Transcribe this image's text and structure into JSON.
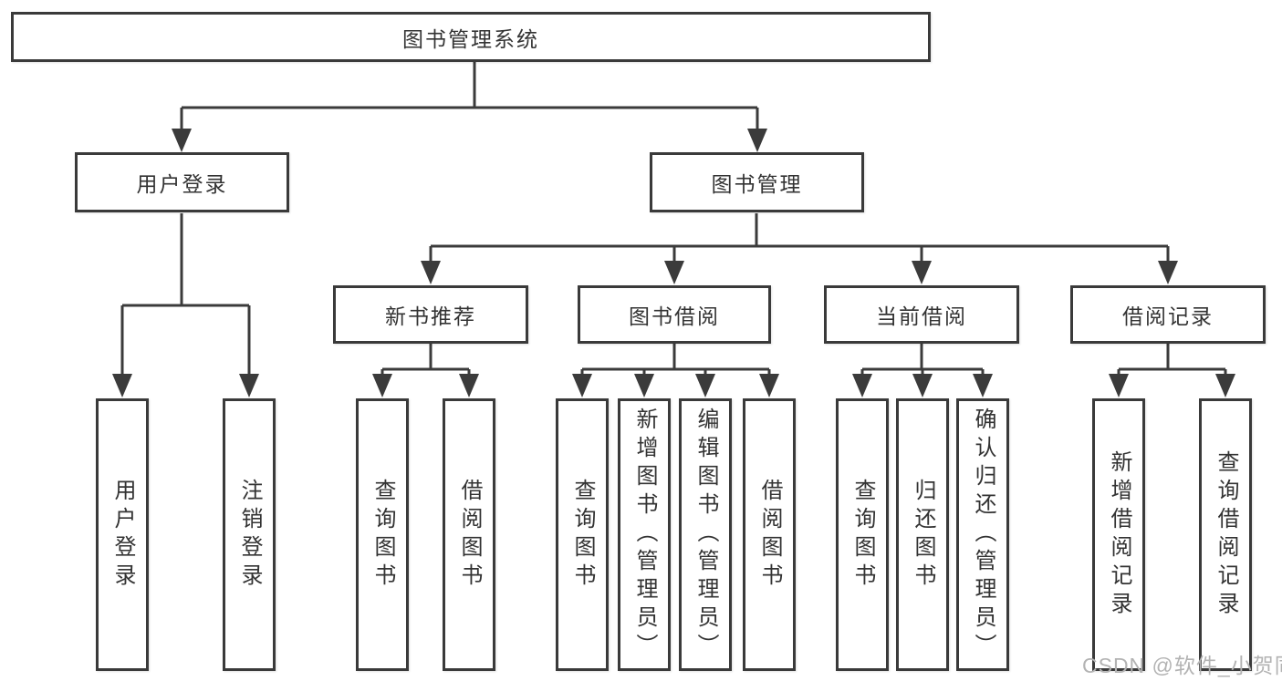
{
  "diagram": {
    "watermark": "CSDN @软件_小贺同学",
    "colors": {
      "line": "#3b3b3b",
      "box_border": "#3a3a3a",
      "text": "#333333",
      "watermark": "#b3b3b3",
      "background": "#ffffff"
    },
    "root": {
      "label": "图书管理系统",
      "children": [
        {
          "label": "用户登录",
          "children": [
            {
              "label": "用户登录"
            },
            {
              "label": "注销登录"
            }
          ]
        },
        {
          "label": "图书管理",
          "children": [
            {
              "label": "新书推荐",
              "children": [
                {
                  "label": "查询图书"
                },
                {
                  "label": "借阅图书"
                }
              ]
            },
            {
              "label": "图书借阅",
              "children": [
                {
                  "label": "查询图书"
                },
                {
                  "label": "新增图书（管理员）"
                },
                {
                  "label": "编辑图书（管理员）"
                },
                {
                  "label": "借阅图书"
                }
              ]
            },
            {
              "label": "当前借阅",
              "children": [
                {
                  "label": "查询图书"
                },
                {
                  "label": "归还图书"
                },
                {
                  "label": "确认归还（管理员）"
                }
              ]
            },
            {
              "label": "借阅记录",
              "children": [
                {
                  "label": "新增借阅记录"
                },
                {
                  "label": "查询借阅记录"
                }
              ]
            }
          ]
        }
      ]
    }
  }
}
